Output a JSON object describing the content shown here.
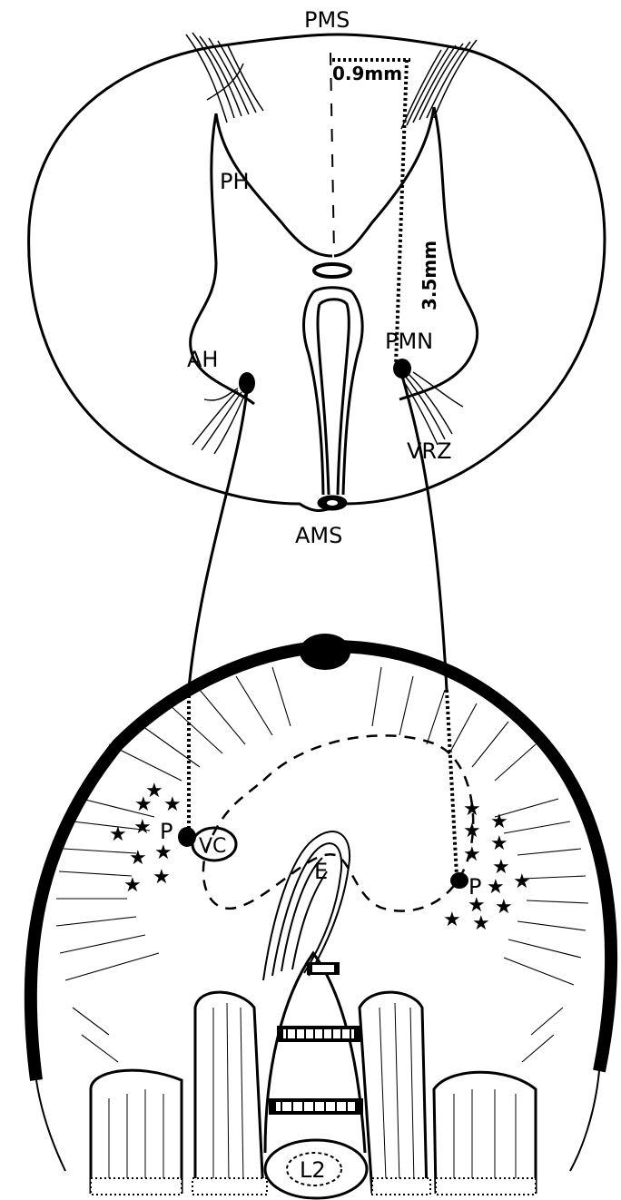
{
  "labels": {
    "pms": "PMS",
    "width_measure": "0.9mm",
    "ph": "PH",
    "depth_measure": "3.5mm",
    "ah": "AH",
    "pmn": "PMN",
    "vrz": "VRZ",
    "ams": "AMS",
    "p_left": "P",
    "vc": "VC",
    "e": "E",
    "p_right": "P",
    "l2": "L2"
  },
  "colors": {
    "ink": "#000000",
    "background": "#ffffff"
  }
}
